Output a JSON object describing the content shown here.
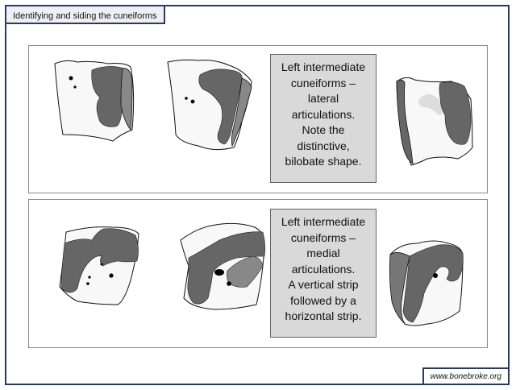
{
  "header": {
    "title": "Identifying and siding the cuneiforms"
  },
  "panels": [
    {
      "id": "lateral",
      "caption_lines": [
        "Left intermediate",
        "cuneiforms –",
        "lateral",
        "articulations.",
        "Note the",
        "distinctive,",
        "bilobate shape."
      ],
      "images": [
        "cuneiform-lateral-view-1",
        "cuneiform-lateral-view-2",
        "cuneiform-lateral-view-3"
      ]
    },
    {
      "id": "medial",
      "caption_lines": [
        "Left intermediate",
        "cuneiforms –",
        "medial",
        "articulations.",
        "A vertical strip",
        "followed by a",
        "horizontal strip."
      ],
      "images": [
        "cuneiform-medial-view-1",
        "cuneiform-medial-view-2",
        "cuneiform-medial-view-3"
      ]
    }
  ],
  "footer": {
    "site": "www.bonebroke.org"
  },
  "colors": {
    "frame": "#2b3a55",
    "caption_bg": "#d9d9d9",
    "bone_fill": "#f8f8f8",
    "facet_dark": "#666666",
    "facet_mid": "#888888",
    "facet_light": "#dddddd"
  }
}
